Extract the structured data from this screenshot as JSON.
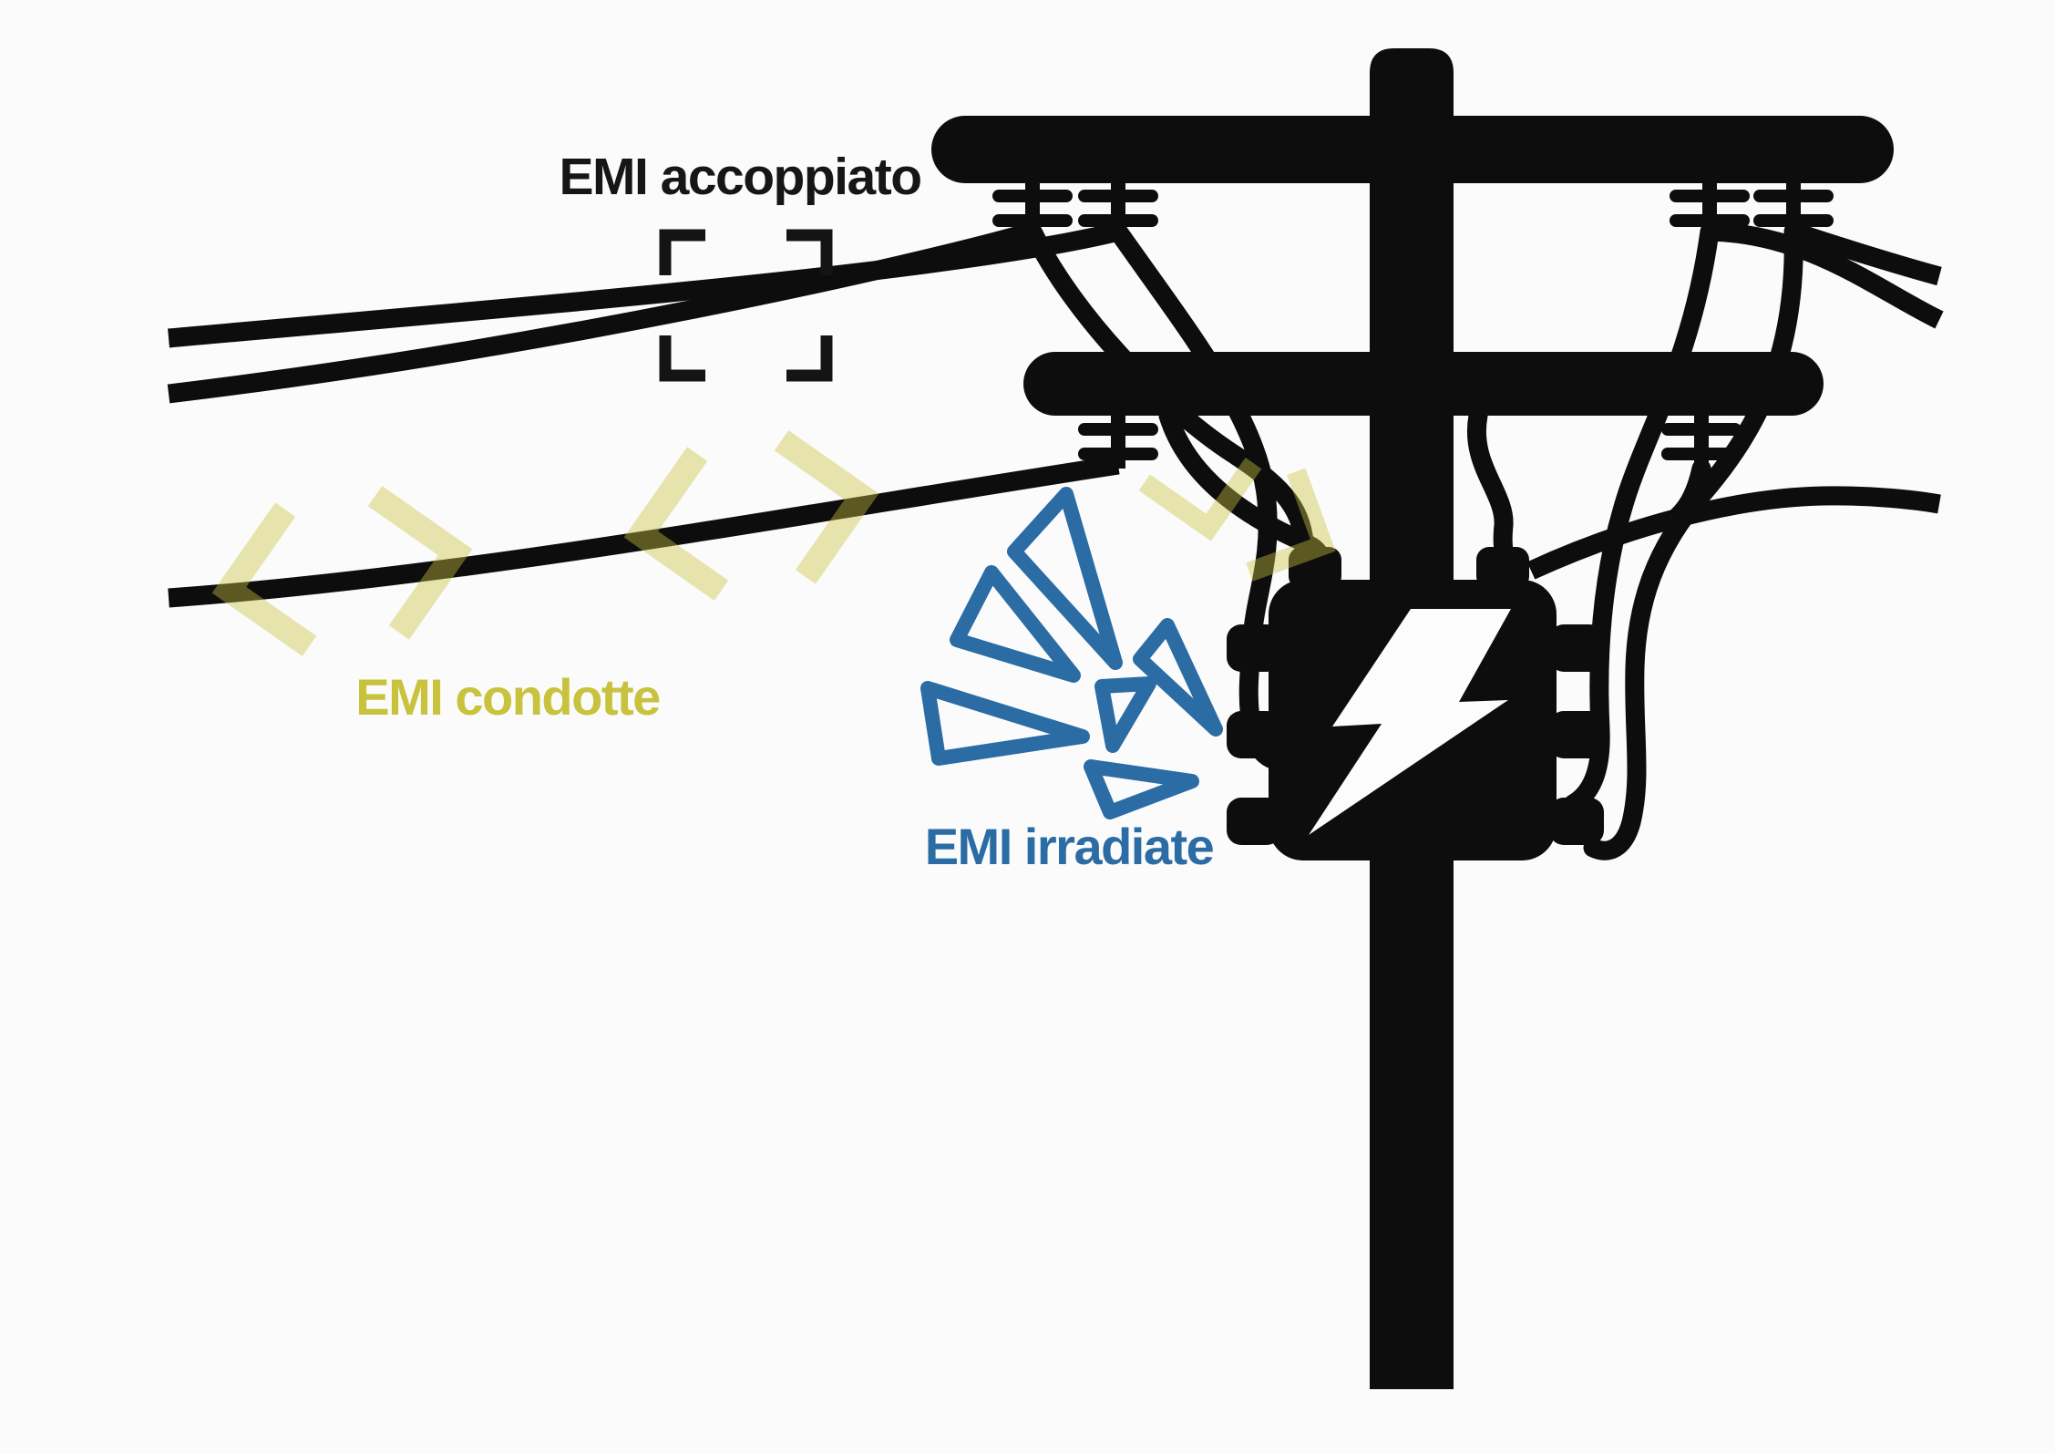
{
  "page": {
    "background": "#FBFBFB"
  },
  "colors": {
    "line_ink": "#0D0D0D",
    "coupled_label": "#161616",
    "conducted_label": "#C8C23D",
    "conducted_arrow": "#C9C33E",
    "radiated_blue": "#2B6CA4",
    "bolt_white": "#FCFCFC"
  },
  "labels": {
    "coupled": "EMI accoppiato",
    "conducted": "EMI condotte",
    "radiated": "EMI irradiate"
  },
  "icons": {
    "pole": "utility-pole-icon",
    "transformer": "transformer-box-icon",
    "bolt": "lightning-bolt-icon",
    "bracket": "coupling-bracket-icon",
    "chevrons": "conducted-arrow-icons",
    "burst": "radiated-burst-icon"
  }
}
